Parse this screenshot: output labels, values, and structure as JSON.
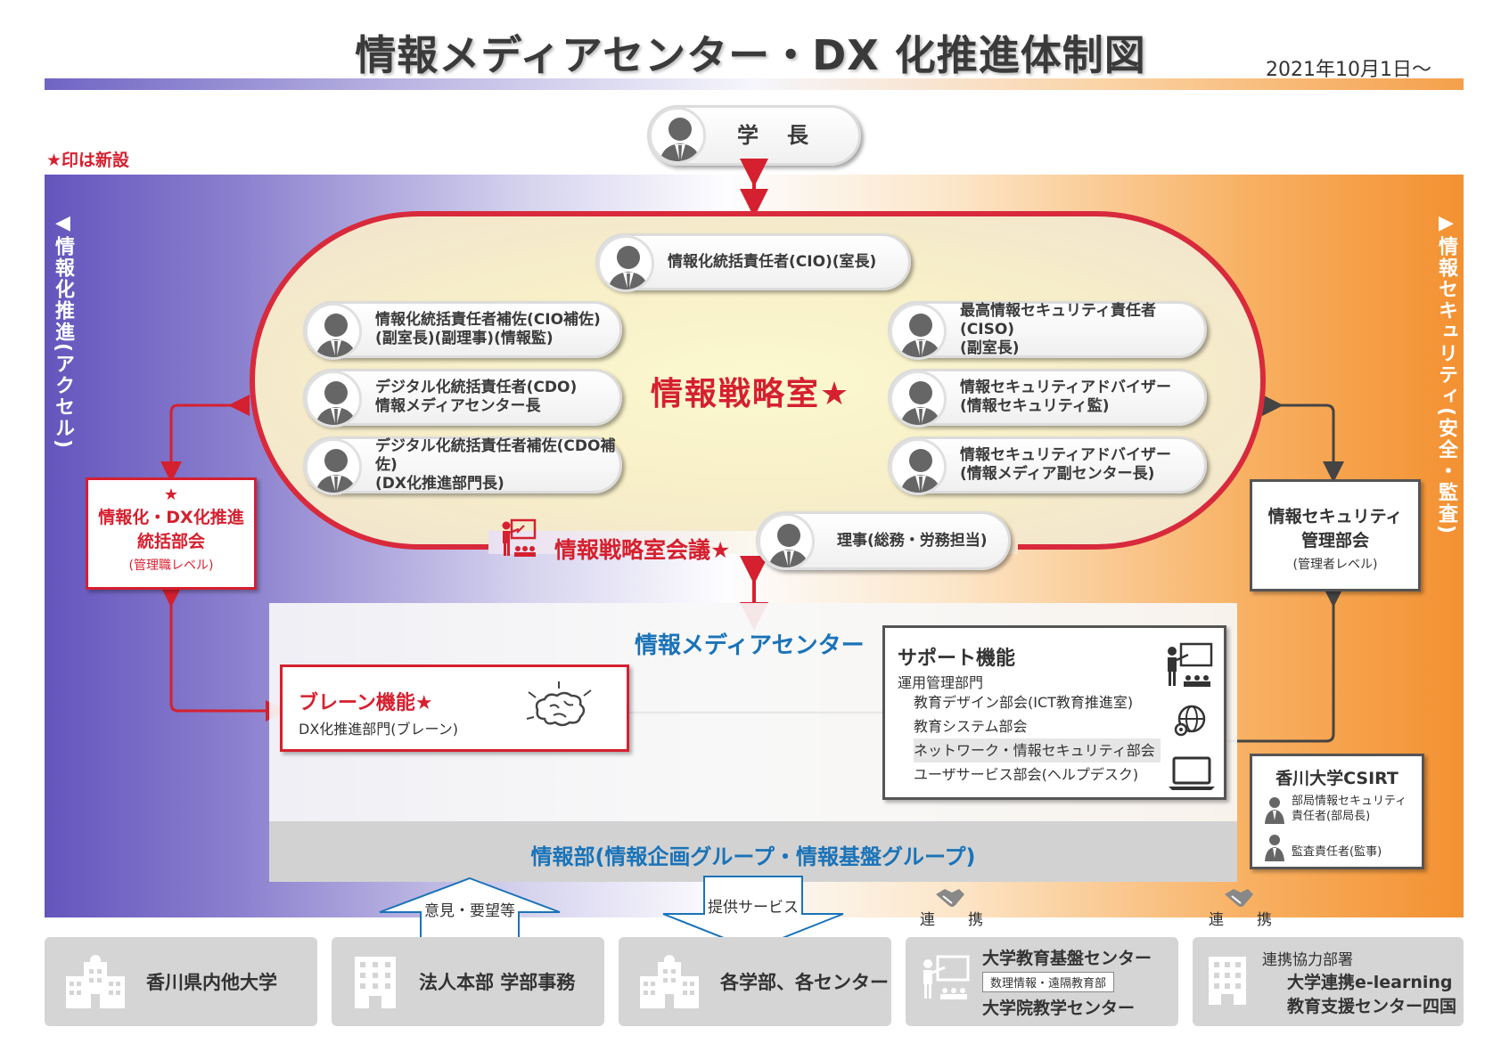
{
  "header": {
    "title": "情報メディアセンター・DX 化推進体制図",
    "date": "2021年10月1日〜"
  },
  "note": "★印は新設",
  "side": {
    "left": "◀情報化推進(アクセル)",
    "right": "▶情報セキュリティ(安全・監査)"
  },
  "president": "学　長",
  "strategy_office": {
    "title": "情報戦略室★",
    "meeting": "情報戦略室会議★",
    "members": {
      "cio": "情報化統括責任者(CIO)(室長)",
      "cio_assist": [
        "情報化統括責任者補佐(CIO補佐)",
        "(副室長)(副理事)(情報監)"
      ],
      "cdo": [
        "デジタル化統括責任者(CDO)",
        "情報メディアセンター長"
      ],
      "cdo_assist": [
        "デジタル化統括責任者補佐(CDO補佐)",
        "(DX化推進部門長)"
      ],
      "ciso": [
        "最高情報セキュリティ責任者(CISO)",
        "(副室長)"
      ],
      "sec_adviser1": [
        "情報セキュリティアドバイザー",
        "(情報セキュリティ監)"
      ],
      "sec_adviser2": [
        "情報セキュリティアドバイザー",
        "(情報メディア副センター長)"
      ],
      "director": "理事(総務・労務担当)"
    }
  },
  "dx_committee": {
    "star": "★",
    "line1": "情報化・DX化推進",
    "line2": "統括部会",
    "level": "(管理職レベル)"
  },
  "security_committee": {
    "line1": "情報セキュリティ",
    "line2": "管理部会",
    "level": "(管理者レベル)"
  },
  "media_center": {
    "title": "情報メディアセンター",
    "brain": {
      "title": "ブレーン機能★",
      "sub": "DX化推進部門(ブレーン)"
    },
    "support": {
      "title": "サポート機能",
      "dept": "運用管理部門",
      "items": [
        "教育デザイン部会(ICT教育推進室)",
        "教育システム部会",
        "ネットワーク・情報セキュリティ部会",
        "ユーザサービス部会(ヘルプデスク)"
      ]
    }
  },
  "csirt": {
    "title": "香川大学CSIRT",
    "r1": [
      "部局情報セキュリティ",
      "責任者(部局長)"
    ],
    "r2": "監査責任者(監事)"
  },
  "info_dept": "情報部(情報企画グループ・情報基盤グループ)",
  "arrows": {
    "up": "意見・要望等",
    "down": "提供サービス",
    "link": [
      "連",
      "携"
    ]
  },
  "bottom": {
    "c1": "香川県内他大学",
    "c2": "法人本部 学部事務",
    "c3": "各学部、各センター",
    "c4": {
      "line1": "大学教育基盤センター",
      "tag": "数理情報・遠隔教育部",
      "line2": "大学院教学センター"
    },
    "c5": {
      "line1": "連携協力部署",
      "line2": "大学連携e-learning",
      "line3": "教育支援センター四国"
    }
  },
  "colors": {
    "red": "#d5202f",
    "blue": "#1a73b8",
    "purple": "#6455bd",
    "orange": "#f39131"
  }
}
